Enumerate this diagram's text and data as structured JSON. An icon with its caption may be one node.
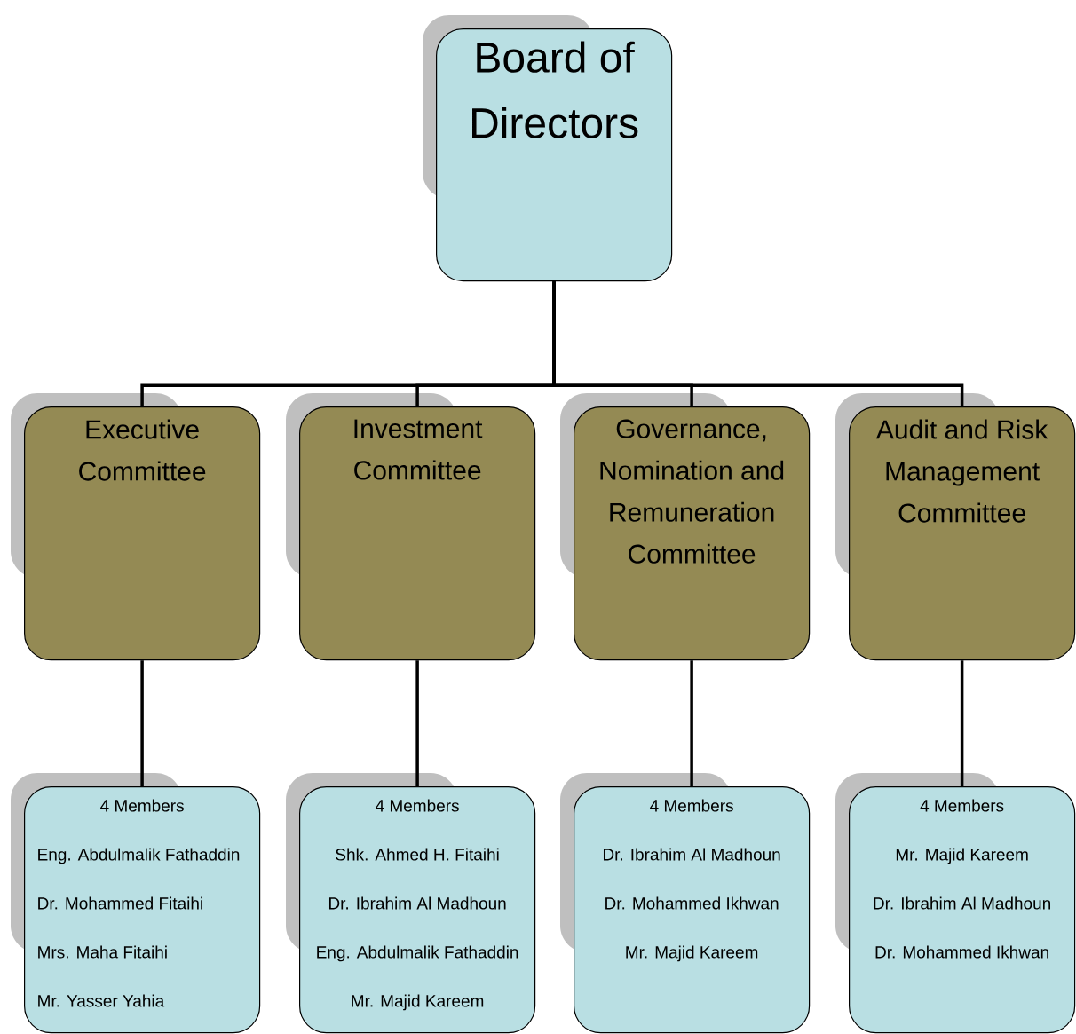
{
  "diagram": {
    "nodes": [
      {
        "text": [
          "Board of Directors"
        ]
      },
      {
        "text": [
          "Executive Committee"
        ]
      },
      {
        "text": [
          "Investment Committee"
        ]
      },
      {
        "text": [
          "Governance, Nomination and Remuneration Committee"
        ]
      },
      {
        "text": [
          "Audit and Risk Management Committee"
        ]
      },
      {
        "text": [
          "4 Members",
          "Eng. Abdulmalik Fathaddin",
          "Dr. Mohammed Fitaihi",
          "Mrs. Maha Fitaihi",
          "Mr. Yasser Yahia"
        ]
      },
      {
        "text": [
          "4 Members",
          "Shk. Ahmed H. Fitaihi",
          "Dr. Ibrahim Al Madhoun",
          "Eng. Abdulmalik Fathaddin",
          "Mr. Majid Kareem"
        ]
      },
      {
        "text": [
          "4 Members",
          "Dr. Ibrahim Al Madhoun",
          "Dr. Mohammed Ikhwan",
          "Mr. Majid Kareem"
        ]
      },
      {
        "text": [
          "4 Members",
          "Mr. Majid Kareem",
          "Dr. Ibrahim Al Madhoun",
          "Dr. Mohammed Ikhwan"
        ]
      }
    ],
    "edges": [
      {
        "from": 0,
        "to": 1,
        "arrow": "none"
      },
      {
        "from": 0,
        "to": 2,
        "arrow": "none"
      },
      {
        "from": 0,
        "to": 3,
        "arrow": "none"
      },
      {
        "from": 0,
        "to": 4,
        "arrow": "none"
      },
      {
        "from": 1,
        "to": 5,
        "arrow": "none"
      },
      {
        "from": 2,
        "to": 6,
        "arrow": "none"
      },
      {
        "from": 3,
        "to": 7,
        "arrow": "none"
      },
      {
        "from": 4,
        "to": 8,
        "arrow": "none"
      }
    ]
  }
}
